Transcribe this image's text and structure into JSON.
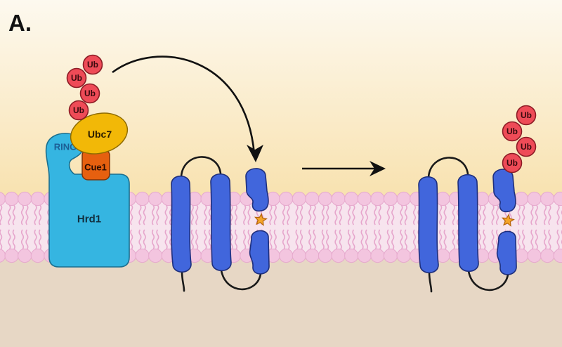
{
  "panel_label": "A.",
  "hrd1_complex": {
    "hrd1_label": "Hrd1",
    "ring_label": "RING",
    "cue1_label": "Cue1",
    "ubc7_label": "Ubc7",
    "ubiquitin_chain": [
      "Ub",
      "Ub",
      "Ub",
      "Ub"
    ]
  },
  "substrate_ubiquitinated": {
    "ubiquitin_chain": [
      "Ub",
      "Ub",
      "Ub",
      "Ub"
    ]
  },
  "colors": {
    "background_top": "#fdf9ef",
    "background_near_membrane": "#f8e1ad",
    "background_lower": "#e7d7c5",
    "membrane": "#f7e4ee",
    "lipid_head": "#f3c5df",
    "lipid_head_edge": "#e6a9cd",
    "lipid_tail": "#e6a6cc",
    "hrd1": "#35b5e1",
    "cue1": "#e6600f",
    "ubc7": "#f2b807",
    "ubiquitin": "#ee4b57",
    "substrate_helix": "#4166dc",
    "lesion_star": "#f4a52a",
    "arrow": "#111111"
  }
}
